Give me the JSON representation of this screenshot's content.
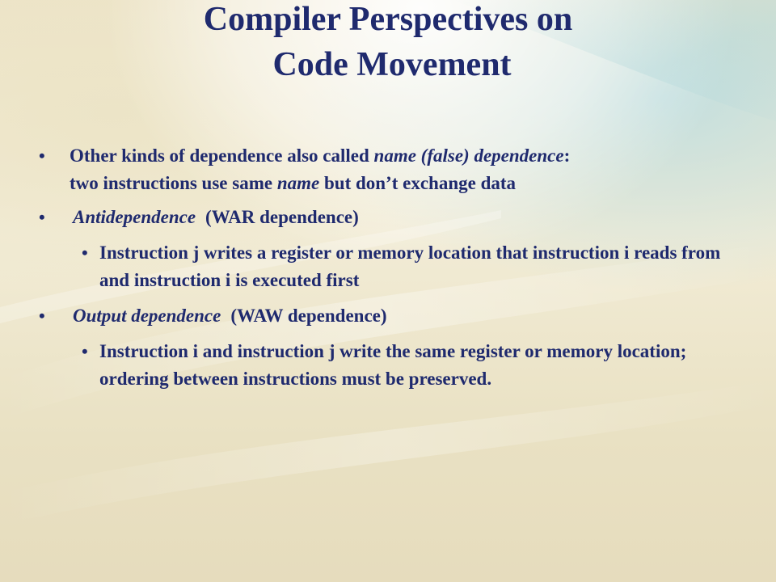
{
  "slide": {
    "title_line1": "Compiler Perspectives on",
    "title_line2": "Code Movement",
    "bullet_char": "•",
    "items": {
      "b1": {
        "text_a": "Other kinds of dependence also called ",
        "text_b": "name (false) dependence",
        "text_c": ":",
        "text_d": "two instructions use same ",
        "text_e": "name",
        "text_f": " but don’t exchange data"
      },
      "b2": {
        "text_a": "Antidependence",
        "text_b": "(WAR dependence)"
      },
      "b3": {
        "text": "Instruction j writes a register or memory location that instruction i reads from and instruction i is executed first"
      },
      "b4": {
        "text_a": "Output dependence",
        "text_b": "(WAW dependence)"
      },
      "b5": {
        "text": "Instruction i and instruction j write the same register or memory location; ordering between instructions must be preserved."
      }
    }
  }
}
